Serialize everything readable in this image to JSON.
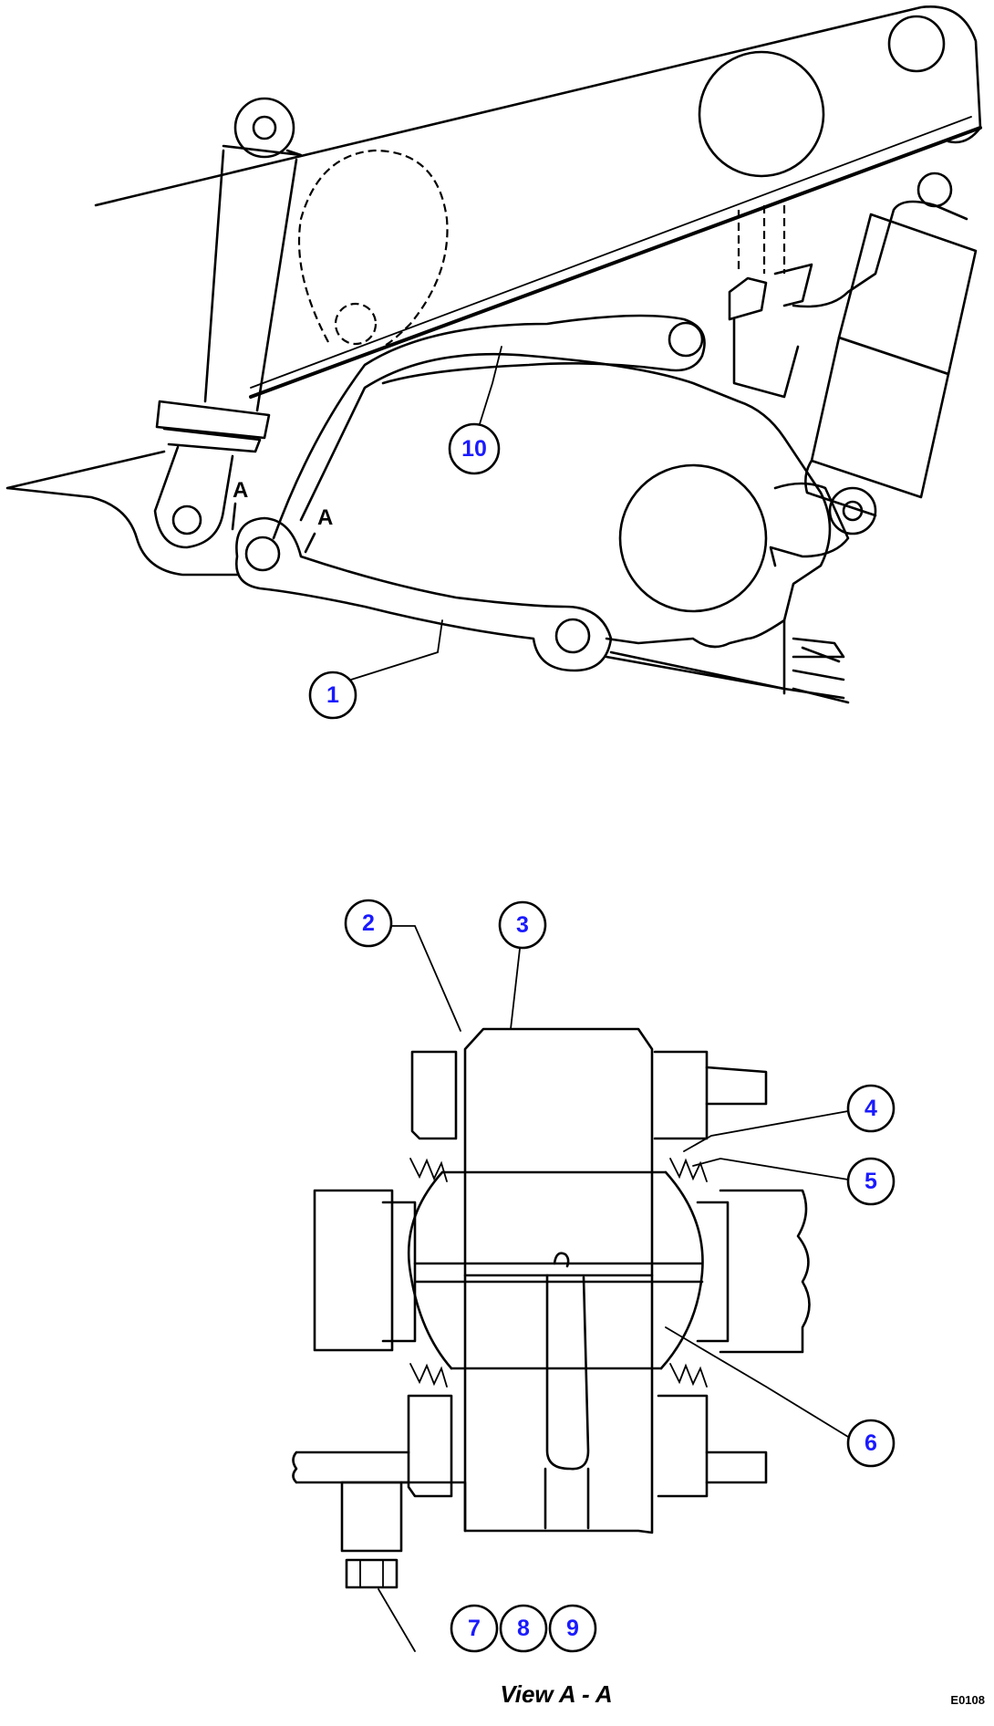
{
  "callouts": {
    "c1": "1",
    "c2": "2",
    "c3": "3",
    "c4": "4",
    "c5": "5",
    "c6": "6",
    "c7": "7",
    "c8": "8",
    "c9": "9",
    "c10": "10"
  },
  "section_marks": {
    "left": "A",
    "right": "A"
  },
  "view_title": "View A - A",
  "figure_code": "E0108",
  "colors": {
    "callout_text": "#1a1aff",
    "line": "#000000",
    "background": "#ffffff"
  }
}
